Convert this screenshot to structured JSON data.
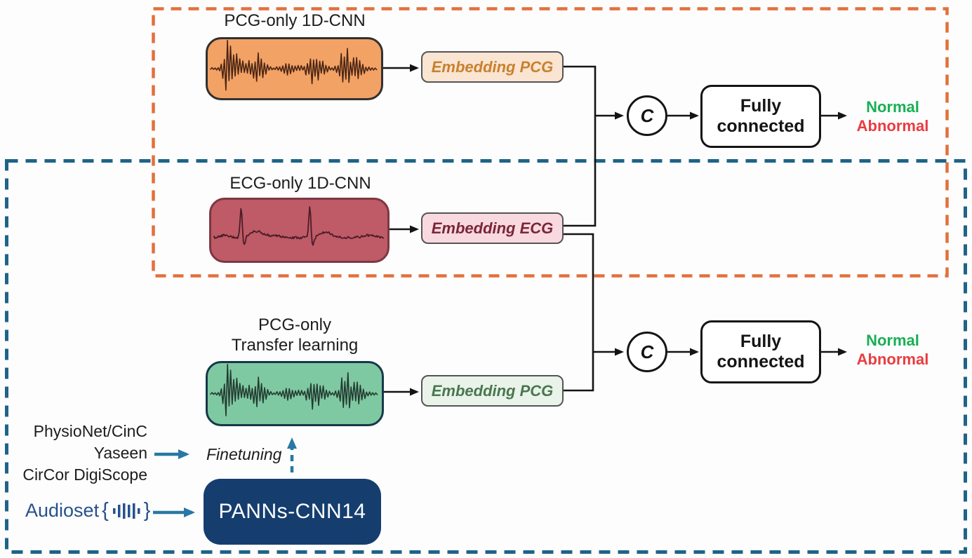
{
  "branches": {
    "pcg_cnn": {
      "title": "PCG-only 1D-CNN",
      "embedding_label": "Embedding PCG"
    },
    "ecg_cnn": {
      "title": "ECG-only 1D-CNN",
      "embedding_label": "Embedding ECG"
    },
    "pcg_transfer": {
      "title_line1": "PCG-only",
      "title_line2": "Transfer learning",
      "embedding_label": "Embedding PCG"
    }
  },
  "fusion": {
    "concat_symbol": "C",
    "fully_connected_line1": "Fully",
    "fully_connected_line2": "connected",
    "output_normal": "Normal",
    "output_abnormal": "Abnormal"
  },
  "pretraining": {
    "finetune_datasets": [
      "PhysioNet/CinC",
      "Yaseen",
      "CirCor DigiScope"
    ],
    "finetuning_label": "Finetuning",
    "audioset_label": "Audioset",
    "audioset_brace_open": "{",
    "audioset_brace_close": "}",
    "model_label": "PANNs-CNN14"
  },
  "colors": {
    "pcg_waveform_box": "#F2A264",
    "ecg_waveform_box": "#BE5B66",
    "transfer_waveform_box": "#7FC9A2",
    "embedding_pcg_bg": "#FAE4D2",
    "embedding_pcg_text": "#C8812F",
    "embedding_ecg_bg": "#F9D9E0",
    "embedding_ecg_text": "#7A2638",
    "embedding_transfer_bg": "#E9F3E9",
    "embedding_transfer_text": "#49774F",
    "panns_box_bg": "#153E6F",
    "normal_label": "#19AF54",
    "abnormal_label": "#E93C40",
    "pcg_branch_border": "#E2703C",
    "proposed_branch_border": "#1F6387",
    "pretrain_arrow": "#2878A3",
    "audioset_label_text": "#27518B",
    "connector": "#141414"
  }
}
